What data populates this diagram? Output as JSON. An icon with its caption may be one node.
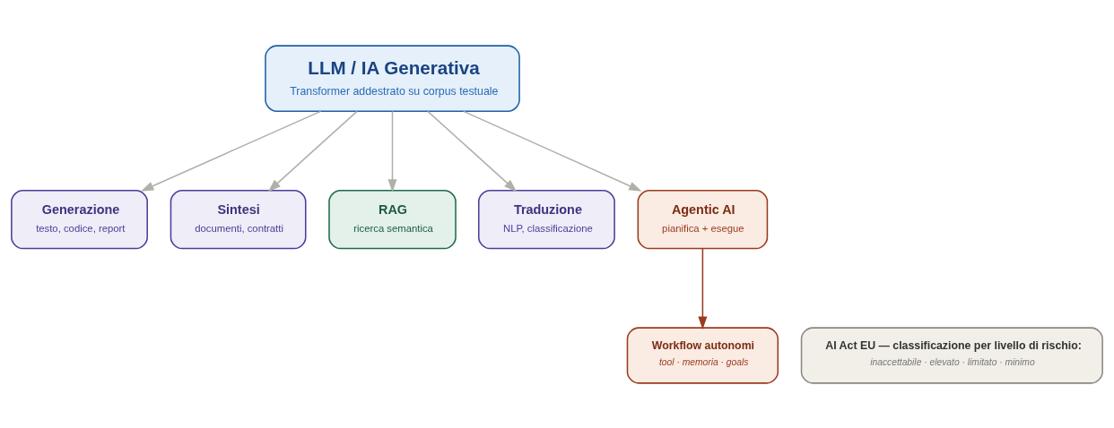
{
  "diagram": {
    "nodes": [
      {
        "text": [
          "LLM / IA Generativa",
          "Transformer addestrato su corpus testuale"
        ]
      },
      {
        "text": [
          "Generazione",
          "testo, codice, report"
        ]
      },
      {
        "text": [
          "Sintesi",
          "documenti, contratti"
        ]
      },
      {
        "text": [
          "RAG",
          "ricerca semantica"
        ]
      },
      {
        "text": [
          "Traduzione",
          "NLP, classificazione"
        ]
      },
      {
        "text": [
          "Agentic AI",
          "pianifica + esegue"
        ]
      },
      {
        "text": [
          "AI Act EU — classificazione per livello di rischio:",
          "inaccettabile · elevato · limitato · minimo"
        ]
      },
      {
        "text": [
          "Workflow autonomi",
          "tool · memoria · goals"
        ]
      }
    ],
    "edges": [
      {
        "from": 0,
        "to": 1,
        "arrow": "to"
      },
      {
        "from": 0,
        "to": 2,
        "arrow": "to"
      },
      {
        "from": 0,
        "to": 3,
        "arrow": "to"
      },
      {
        "from": 0,
        "to": 4,
        "arrow": "to"
      },
      {
        "from": 0,
        "to": 5,
        "arrow": "to"
      },
      {
        "from": 5,
        "to": 7,
        "arrow": "to",
        "color": "#9a3b1f"
      }
    ]
  }
}
